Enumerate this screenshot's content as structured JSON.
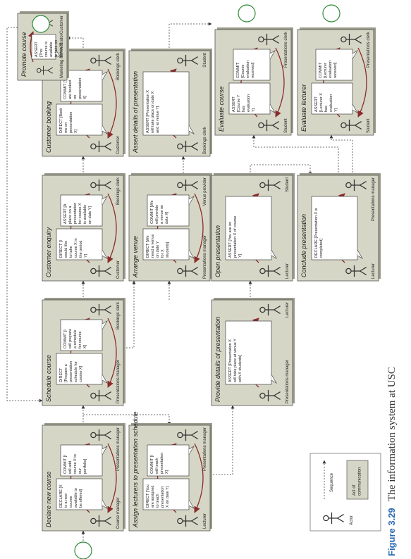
{
  "caption": {
    "figure": "Figure 3.29",
    "text": "The information system at USC"
  },
  "legend": {
    "actor": "Actor",
    "sequence": "Sequence",
    "act": "Act of communication"
  },
  "boxes": [
    {
      "id": "declare",
      "title": "Declare new course",
      "left": "Course manager",
      "right": "Presentations manager",
      "msg1": "DECLARE [X is a new course available to be offered]",
      "msg2": "COMMIT [I will add course X to our portfolio]"
    },
    {
      "id": "schedule",
      "title": "Schedule course",
      "left": "Presentations manager",
      "right": "Bookings clerk",
      "msg1": "DIRECT [Prepare a presentation schedule for course X]",
      "msg2": "COMMIT [I will prepare a schedule for course X]"
    },
    {
      "id": "enquiry",
      "title": "Customer enquiry",
      "left": "Customer",
      "right": "Bookings clerk",
      "msg1": "DIRECT [I would like to take course X in the period Y]",
      "msg2": "ASSERT [A place on a presentation for course X is available on date Y]"
    },
    {
      "id": "booking",
      "title": "Customer booking",
      "left": "Customer",
      "right": "Bookings clerk",
      "msg1": "DIRECT [Book me on presentation X]",
      "msg2": "COMMIT [You are booked on presentation X]"
    },
    {
      "id": "promote",
      "title": "Promote course",
      "left": "Marketing administrator",
      "right": "Customer",
      "msg1": "ASSERT [This course is available to take on dates X]",
      "msg2": ""
    },
    {
      "id": "assign",
      "title": "Assign lecturers to presentation schedule",
      "left": "Lecturer",
      "right": "Presentations manager",
      "msg1": "DIRECT [You are assigned to teach presentation X on date Y]",
      "msg2": "COMMIT [I will teach presentation X]"
    },
    {
      "id": "venue",
      "title": "Arrange venue",
      "left": "Presentations manager",
      "right": "Venue provider",
      "msg1": "DIRECT [We need a venue on date Y for X students]",
      "msg2": "COMMIT [We will provide a venue on date X]"
    },
    {
      "id": "assertdetails",
      "title": "Assert details of presentation",
      "left": "Bookings clerk",
      "right": "Student",
      "msg1": "ASSERT [Presentation X will take place on date X and at venue Y]",
      "msg2": ""
    },
    {
      "id": "providedetails",
      "title": "Provide details of presentation",
      "left": "Presentations manager",
      "right": "Lecturer",
      "msg1": "ASSERT [Presentation X will take place at venue Y with X students]",
      "msg2": ""
    },
    {
      "id": "open",
      "title": "Open presentation",
      "left": "Lecturer",
      "right": "Student",
      "msg1": "ASSERT [You are on presentation X of course Y]",
      "msg2": ""
    },
    {
      "id": "conclude",
      "title": "Conclude presentation",
      "left": "Lecturer",
      "right": "Presentations manager",
      "msg1": "DECLARE [Presentation X is completed]",
      "msg2": ""
    },
    {
      "id": "evalcourse",
      "title": "Evaluate course",
      "left": "Student",
      "right": "Presentations clerk",
      "msg1": "ASSERT [Course Y has evaluation Y]",
      "msg2": "COMMIT [Course evaluation received]"
    },
    {
      "id": "evallecturer",
      "title": "Evaluate lecturer",
      "left": "Student",
      "right": "Presentations clerk",
      "msg1": "ASSERT [Lecturer X has evaluation Y]",
      "msg2": "COMMIT [Lecturer evaluation received]"
    }
  ]
}
